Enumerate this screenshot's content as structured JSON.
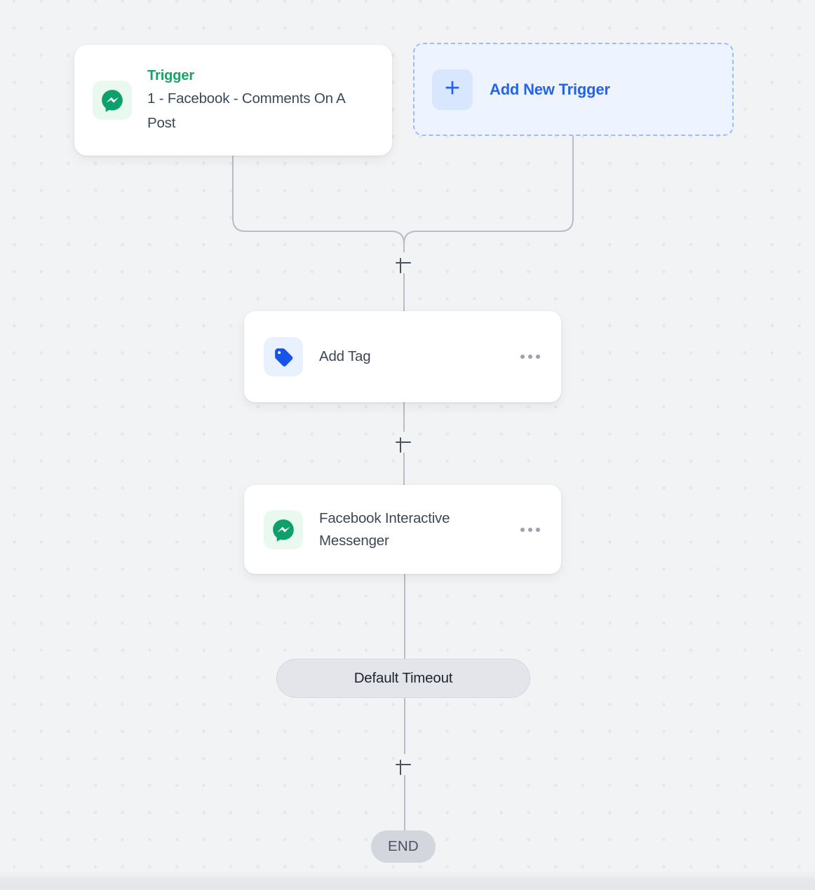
{
  "canvas": {
    "background_color": "#f2f3f5",
    "dot_color": "#e6e7e9",
    "edge_color": "#b9bcc3"
  },
  "trigger_card": {
    "icon": "messenger-icon",
    "icon_color": "#0e9f6e",
    "label": "Trigger",
    "label_color": "#17a565",
    "name": "1 - Facebook - Comments On A Post"
  },
  "add_trigger_card": {
    "icon": "plus-icon",
    "plus_glyph": "+",
    "label": "Add New Trigger",
    "accent_color": "#2563eb",
    "background_color": "#eef4ff",
    "border_color": "#9cbcfb"
  },
  "steps": [
    {
      "id": "add-tag",
      "icon": "tag-icon",
      "icon_color": "#1754e8",
      "title": "Add Tag",
      "menu": "more-options"
    },
    {
      "id": "facebook-interactive-messenger",
      "icon": "messenger-icon",
      "icon_color": "#0e9f6e",
      "title": "Facebook Interactive Messenger",
      "menu": "more-options"
    }
  ],
  "timeout_pill": {
    "label": "Default Timeout"
  },
  "end_badge": {
    "label": "END"
  },
  "add_step_buttons": [
    {
      "id": "plus-1",
      "glyph": "+"
    },
    {
      "id": "plus-2",
      "glyph": "+"
    },
    {
      "id": "plus-3",
      "glyph": "+"
    }
  ]
}
